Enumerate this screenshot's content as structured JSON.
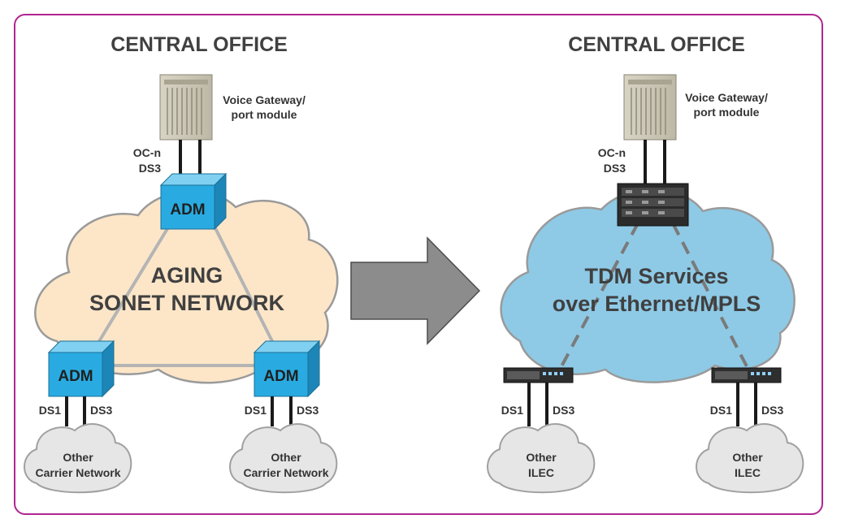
{
  "left": {
    "title": "CENTRAL OFFICE",
    "gateway_label_1": "Voice Gateway/",
    "gateway_label_2": "port module",
    "link_oc": "OC-n",
    "link_ds3": "DS3",
    "network_line1": "AGING",
    "network_line2": "SONET NETWORK",
    "adm_top": "ADM",
    "adm_left": "ADM",
    "adm_right": "ADM",
    "left_ds1": "DS1",
    "left_ds3": "DS3",
    "right_ds1": "DS1",
    "right_ds3": "DS3",
    "cloud_left_line1": "Other",
    "cloud_left_line2": "Carrier Network",
    "cloud_right_line1": "Other",
    "cloud_right_line2": "Carrier Network"
  },
  "right": {
    "title": "CENTRAL OFFICE",
    "gateway_label_1": "Voice Gateway/",
    "gateway_label_2": "port module",
    "link_oc": "OC-n",
    "link_ds3": "DS3",
    "network_line1": "TDM Services",
    "network_line2": "over Ethernet/MPLS",
    "left_ds1": "DS1",
    "left_ds3": "DS3",
    "right_ds1": "DS1",
    "right_ds3": "DS3",
    "cloud_left_line1": "Other",
    "cloud_left_line2": "ILEC",
    "cloud_right_line1": "Other",
    "cloud_right_line2": "ILEC"
  },
  "colors": {
    "border": "#b02590",
    "sonet_cloud": "#fde6c8",
    "mpls_cloud": "#8ecae6",
    "adm_blue": "#29abe2",
    "arrow_gray": "#8c8c8c",
    "small_cloud": "#e6e6e6"
  }
}
